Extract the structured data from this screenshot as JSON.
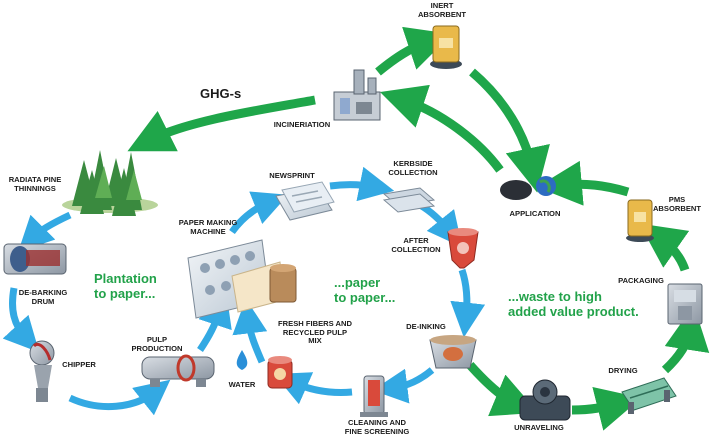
{
  "labels": {
    "inert_absorbent": "INERT\nABSORBENT",
    "ghg": "GHG-s",
    "incineration": "INCINERIATION",
    "radiata": "RADIATA PINE\nTHINNINGS",
    "newsprint": "NEWSPRINT",
    "kerbside": "KERBSIDE\nCOLLECTION",
    "application": "APPLICATION",
    "pms_absorbent": "PMS\nABSORBENT",
    "paper_machine": "PAPER MAKING\nMACHINE",
    "after_collection": "AFTER\nCOLLECTION",
    "debarking": "DE-BARKING\nDRUM",
    "packaging": "PACKAGING",
    "fresh_fibers": "FRESH FIBERS AND\nRECYCLED PULP\nMIX",
    "deinking": "DE-INKING",
    "pulp_production": "PULP\nPRODUCTION",
    "chipper": "CHIPPER",
    "water": "WATER",
    "drying": "DRYING",
    "cleaning": "CLEANING AND\nFINE SCREENING",
    "unraveling": "UNRAVELING"
  },
  "captions": {
    "plantation": "Plantation\nto paper...",
    "paper": "...paper\nto paper...",
    "waste": "...waste to high\nadded value product."
  },
  "colors": {
    "green_arrow": "#1fa64a",
    "blue_arrow": "#33a9e3",
    "caption_green": "#22a24a"
  }
}
